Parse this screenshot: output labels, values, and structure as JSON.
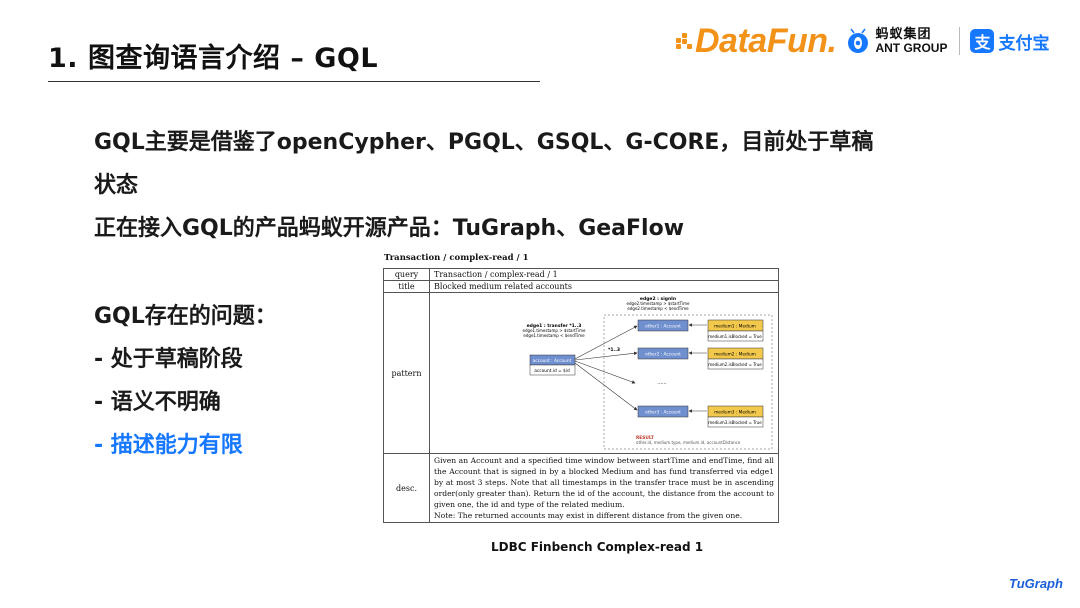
{
  "slide": {
    "title": "1. 图查询语言介绍 – GQL"
  },
  "logos": {
    "datafun": "DataFun.",
    "ant_cn": "蚂蚁集团",
    "ant_en": "ANT GROUP",
    "alipay_glyph": "支",
    "alipay_text": "支付宝",
    "colors": {
      "datafun": "#f39219",
      "alipay": "#1677ff"
    }
  },
  "content": {
    "intro_line1": "GQL主要是借鉴了openCypher、PGQL、GSQL、G-CORE，目前处于草稿",
    "intro_line2": "状态",
    "intro_line3": "正在接入GQL的产品蚂蚁开源产品：TuGraph、GeaFlow",
    "issues_heading": "GQL存在的问题：",
    "issues": [
      {
        "text": "-  处于草稿阶段",
        "highlight": false
      },
      {
        "text": "-  语义不明确",
        "highlight": false
      },
      {
        "text": "-  描述能力有限",
        "highlight": true
      }
    ]
  },
  "figure": {
    "heading": "Transaction / complex-read / 1",
    "rows": {
      "query_key": "query",
      "query_val": "Transaction / complex-read / 1",
      "title_key": "title",
      "title_val": "Blocked medium related accounts",
      "pattern_key": "pattern",
      "desc_key": "desc.",
      "desc_val": "Given an Account and a specified time window between startTime and endTime, find all the Account that is signed in by a blocked Medium and has fund transferred via edge1 by at most 3 steps. Note that all timestamps in the transfer trace must be in ascending order(only greater than). Return the id of the account, the distance from the account to given one, the id and type of the related medium.",
      "note": "Note: The returned accounts may exist in different distance from the given one."
    },
    "diagram": {
      "edge1_label": "edge1 : transfer *1..3",
      "edge1_ts1": "edge1.timestamp > $startTime",
      "edge1_ts2": "edge1.timestamp < $endTime",
      "edge2_label": "edge2 : signIn",
      "edge2_ts1": "edge2.timestamp > $startTime",
      "edge2_ts2": "edge2.timestamp < $endTime",
      "account_node": "account : Account",
      "account_cond": "account.id = $id",
      "range_label": "*1..3",
      "others": [
        "other1 : Account",
        "other2 : Account",
        "other3 : Account"
      ],
      "mediums": [
        "medium1 : Medium",
        "medium2 : Medium",
        "medium3 : Medium"
      ],
      "medium_conds": [
        "medium1.isBlocked = True",
        "medium2.isBlocked = True",
        "medium3.isBlocked = True"
      ],
      "ellipsis": "......",
      "result_label": "RESULT",
      "result_text": "other.id, medium.type, medium.id, accountDistance"
    },
    "caption": "LDBC Finbench Complex-read 1"
  },
  "footer": {
    "brand": "TuGraph"
  }
}
